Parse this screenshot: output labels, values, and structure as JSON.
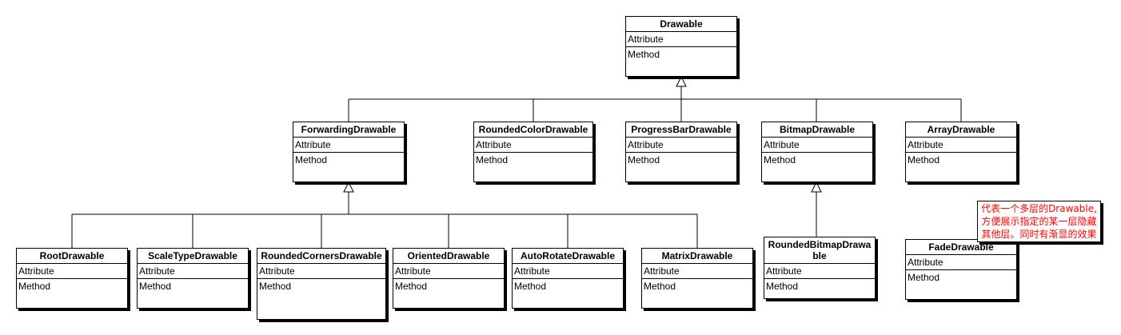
{
  "diagram": {
    "classes": {
      "drawable": {
        "name": "Drawable",
        "attribute": "Attribute",
        "method": "Method"
      },
      "forwarding": {
        "name": "ForwardingDrawable",
        "attribute": "Attribute",
        "method": "Method"
      },
      "rounded_color": {
        "name": "RoundedColorDrawable",
        "attribute": "Attribute",
        "method": "Method"
      },
      "progress_bar": {
        "name": "ProgressBarDrawable",
        "attribute": "Attribute",
        "method": "Method"
      },
      "bitmap": {
        "name": "BitmapDrawable",
        "attribute": "Attribute",
        "method": "Method"
      },
      "array": {
        "name": "ArrayDrawable",
        "attribute": "Attribute",
        "method": "Method"
      },
      "root": {
        "name": "RootDrawable",
        "attribute": "Attribute",
        "method": "Method"
      },
      "scale_type": {
        "name": "ScaleTypeDrawable",
        "attribute": "Attribute",
        "method": "Method"
      },
      "rounded_corners": {
        "name": "RoundedCornersDrawable",
        "attribute": "Attribute",
        "method": "Method"
      },
      "oriented": {
        "name": "OrientedDrawable",
        "attribute": "Attribute",
        "method": "Method"
      },
      "auto_rotate": {
        "name": "AutoRotateDrawable",
        "attribute": "Attribute",
        "method": "Method"
      },
      "matrix": {
        "name": "MatrixDrawable",
        "attribute": "Attribute",
        "method": "Method"
      },
      "rounded_bitmap": {
        "name": "RoundedBitmapDrawable",
        "attribute": "Attribute",
        "method": "Method"
      },
      "fade": {
        "name": "FadeDrawable",
        "attribute": "Attribute",
        "method": "Method"
      }
    },
    "note": {
      "lines": [
        "代表一个多层的Drawable,",
        "方便展示指定的某一层隐藏",
        "其他层。同时有渐显的效果"
      ]
    }
  }
}
